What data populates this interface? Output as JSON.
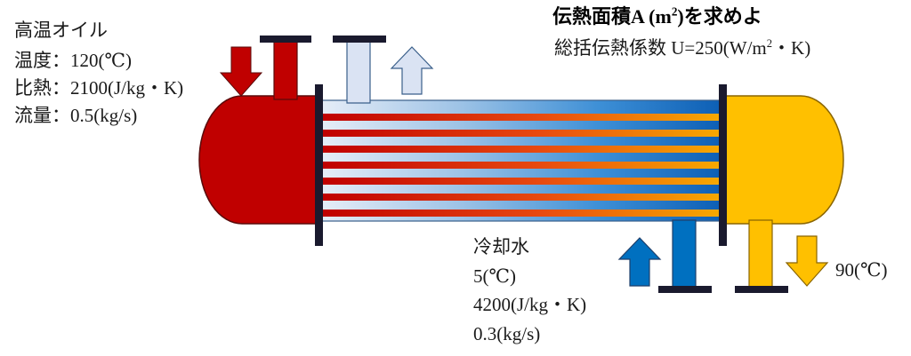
{
  "oil": {
    "name": "高温オイル",
    "temp": "温度：120(℃)",
    "specific_heat": "比熱：2100(J/kg・K)",
    "flow": "流量：0.5(kg/s)",
    "outlet_temp": "90(℃)"
  },
  "task": {
    "title_prefix": "伝熱面積A (m",
    "title_sup": "2",
    "title_suffix": ")を求めよ",
    "sub_prefix": "総括伝熱係数 U=250(W/m",
    "sub_sup": "2",
    "sub_suffix": "・K)"
  },
  "water": {
    "name": "冷却水",
    "temp": "5(℃)",
    "specific_heat": "4200(J/kg・K)",
    "flow": "0.3(kg/s)"
  },
  "colors": {
    "oil_hot": "#c00000",
    "oil_cool": "#ffc000",
    "water_cold": "#dae3f3",
    "water_warm": "#0070c0",
    "plate": "#1a1a2e"
  },
  "icons": {
    "oil_inlet_arrow": "arrow-down-icon",
    "water_outlet_arrow": "arrow-up-icon",
    "water_inlet_arrow": "arrow-up-icon",
    "oil_outlet_arrow": "arrow-down-icon"
  }
}
